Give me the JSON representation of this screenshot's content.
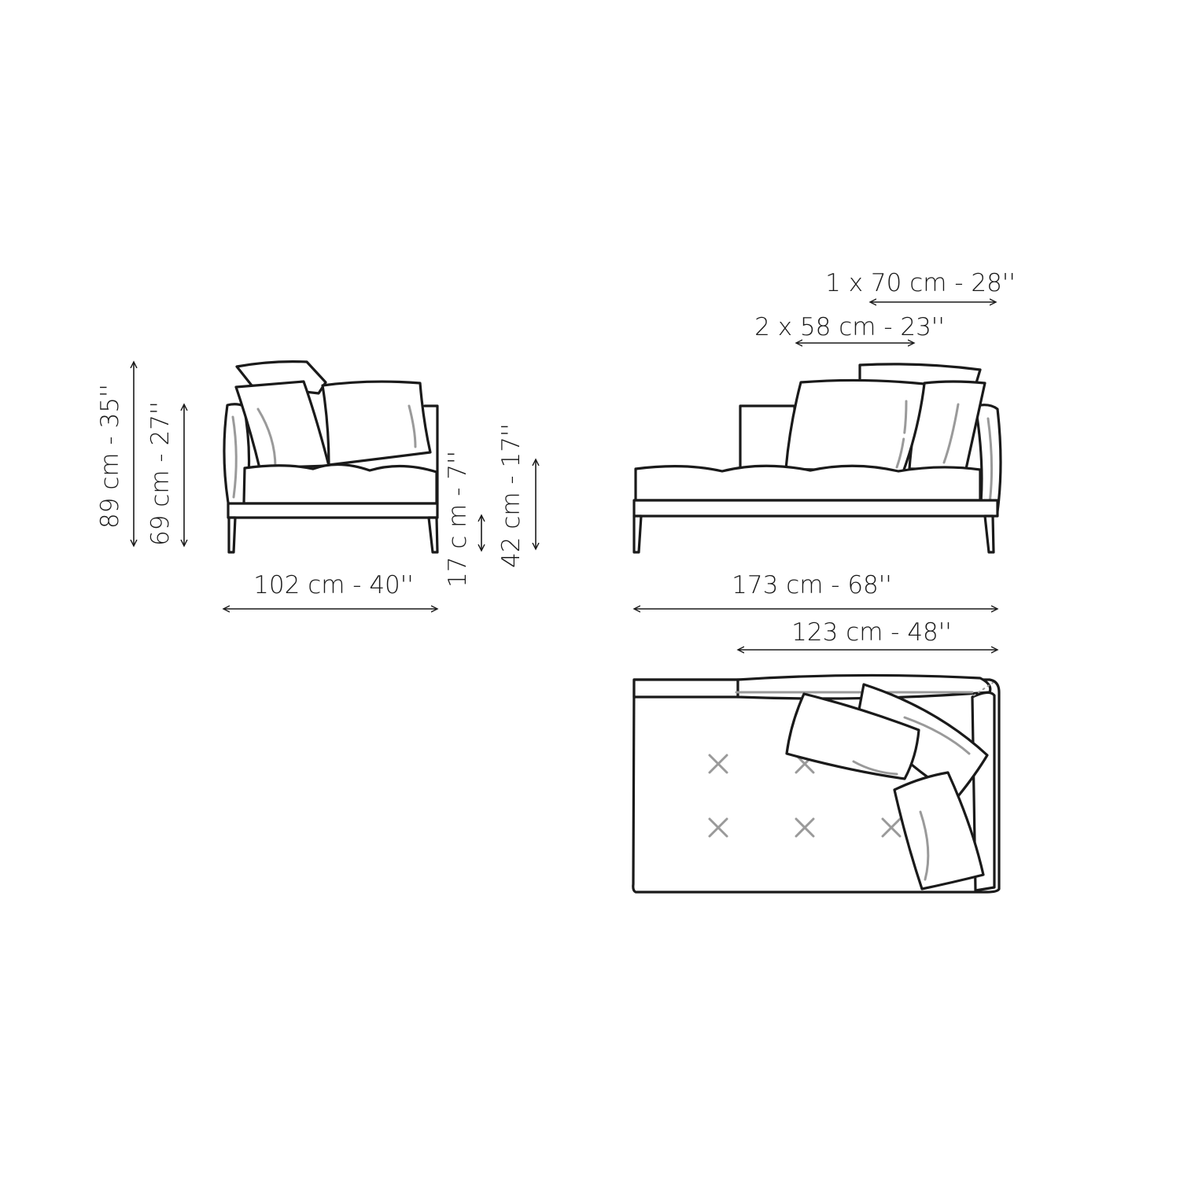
{
  "dimensions": {
    "front_total_height": "89 cm - 35''",
    "front_back_height": "69 cm - 27''",
    "front_width": "102 cm - 40''",
    "leg_height": "17 c m - 7''",
    "seat_height": "42 cm - 17''",
    "side_length": "173 cm - 68''",
    "plan_width": "123 cm - 48''",
    "cushion_large": "1 x 70 cm - 28''",
    "cushion_small": "2 x 58 cm - 23''"
  },
  "colors": {
    "line": "#1a1a1a",
    "accent_gray": "#9a9a9a",
    "background": "#ffffff"
  }
}
